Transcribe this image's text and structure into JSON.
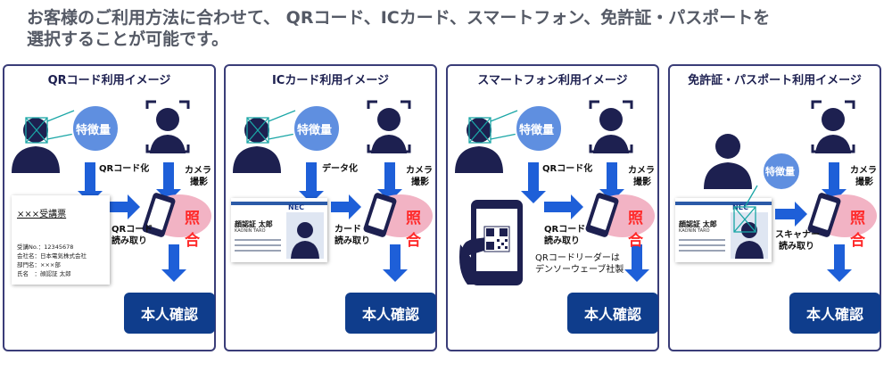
{
  "heading": {
    "line1": "お客様のご利用方法に合わせて、 QRコード、ICカード、スマートフォン、免許証・パスポートを",
    "line2": "選択することが可能です。"
  },
  "panels": [
    {
      "title": "QRコード利用イメージ",
      "feature_label": "特徴量",
      "conversion_label": "QRコード化",
      "camera_label": [
        "カメラ",
        "撮影"
      ],
      "read_label": [
        "QRコード",
        "読み取り"
      ],
      "match_label": "照合",
      "confirm_label": "本人確認",
      "ticket": {
        "title": "×××受講票",
        "lines": [
          "受講No.：12345678",
          "会社名：日本電気株式会社",
          "部門名：×××部",
          "氏名　：顔認証 太郎"
        ]
      }
    },
    {
      "title": "ICカード利用イメージ",
      "feature_label": "特徴量",
      "conversion_label": "データ化",
      "camera_label": [
        "カメラ",
        "撮影"
      ],
      "read_label": [
        "カード",
        "読み取り"
      ],
      "match_label": "照合",
      "confirm_label": "本人確認",
      "card": {
        "name": "顔認証 太郎",
        "roman": "KAONIN TARO",
        "logo": "NEC"
      }
    },
    {
      "title": "スマートフォン利用イメージ",
      "feature_label": "特徴量",
      "conversion_label": "QRコード化",
      "camera_label": [
        "カメラ",
        "撮影"
      ],
      "read_label": [
        "QRコード",
        "読み取り"
      ],
      "match_label": "照合",
      "confirm_label": "本人確認",
      "note": [
        "QRコードリーダーは",
        "デンソーウェーブ社製"
      ]
    },
    {
      "title": "免許証・パスポート利用イメージ",
      "feature_label": "特徴量",
      "camera_label": [
        "カメラ",
        "撮影"
      ],
      "read_label": [
        "スキャナー",
        "読み取り"
      ],
      "match_label": "照合",
      "confirm_label": "本人確認",
      "card": {
        "name": "顔認証 太郎",
        "roman": "KAONIN TARO",
        "logo": "NEC"
      }
    }
  ],
  "colors": {
    "navy": "#1d2050",
    "arrow_blue": "#1e5fd8",
    "feature_blue": "#5f8fe0",
    "match_pink": "#f2b3c4",
    "match_red": "#ff2a2a",
    "confirm_blue": "#0f3d8c",
    "face_frame_teal": "#1aa6a6"
  }
}
